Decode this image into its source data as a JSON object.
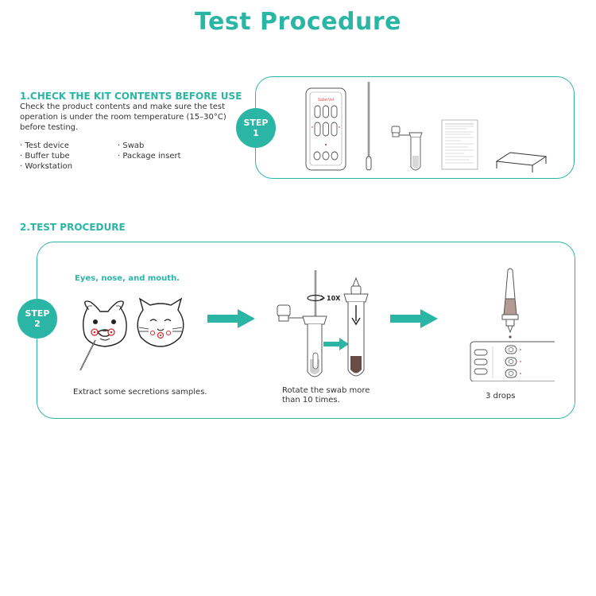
{
  "title": "Test Procedure",
  "section1": {
    "heading": "1.CHECK THE KIT CONTENTS BEFORE USE",
    "description_lines": [
      "Check the product contents and make sure the test",
      "operation is under the room temperature (15–30°C)",
      "before testing."
    ],
    "items": [
      "· Test device",
      "· Buffer tube",
      "· Workstation",
      "· Swab",
      "· Package insert"
    ],
    "step_badge": {
      "word": "STEP",
      "number": "1"
    },
    "device_brand": "SaberVet"
  },
  "section2": {
    "heading": "2.TEST PROCEDURE",
    "step_badge": {
      "word": "STEP",
      "number": "2"
    },
    "note": "Eyes, nose, and mouth.",
    "caption_extract": "Extract some secretions samples.",
    "caption_rotate_lines": [
      "Rotate the swab more",
      "than 10 times."
    ],
    "rotate_label": "10X",
    "caption_drops": "3 drops"
  },
  "colors": {
    "accent": "#2bb5a5",
    "text": "#333333",
    "line": "#555555"
  }
}
